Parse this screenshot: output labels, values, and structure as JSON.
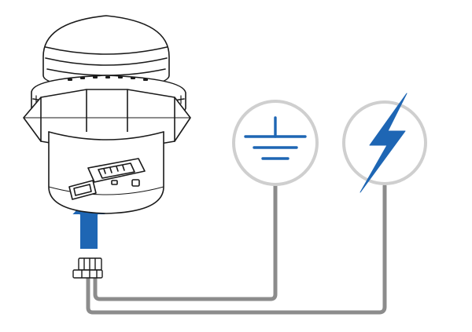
{
  "diagram": {
    "components": [
      {
        "id": "device",
        "icon": "cylindrical-sensor-device-icon"
      },
      {
        "id": "connector",
        "icon": "3-pin-connector-icon"
      },
      {
        "id": "ground",
        "icon": "ground-symbol-icon"
      },
      {
        "id": "power",
        "icon": "lightning-bolt-icon"
      },
      {
        "id": "insert-arrow",
        "icon": "up-arrow-icon"
      }
    ],
    "colors": {
      "accent": "#1E66B4",
      "wire": "#8C8C8C",
      "circle": "#CFCFCF",
      "outline": "#1A1A1A",
      "background": "#FFFFFF"
    }
  }
}
